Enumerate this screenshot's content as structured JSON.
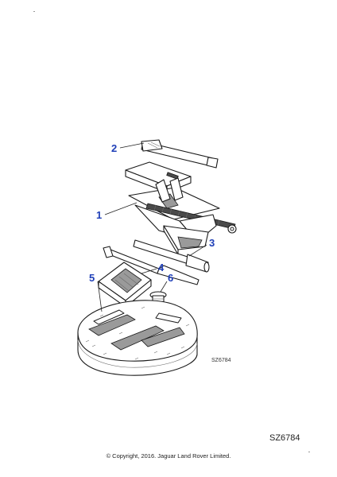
{
  "diagram": {
    "callouts": [
      {
        "id": "1",
        "label": "1",
        "part": "jack"
      },
      {
        "id": "2",
        "label": "2",
        "part": "jack-handle"
      },
      {
        "id": "3",
        "label": "3",
        "part": "wheel-brace-bar"
      },
      {
        "id": "4",
        "label": "4",
        "part": "wheel-brace"
      },
      {
        "id": "5",
        "label": "5",
        "part": "tool-tray"
      },
      {
        "id": "6",
        "label": "6",
        "part": "bolt"
      }
    ],
    "inner_code": "SZ6784"
  },
  "footer": {
    "reference_code": "SZ6784",
    "copyright": "© Copyright, 2016. Jaguar Land Rover Limited."
  }
}
